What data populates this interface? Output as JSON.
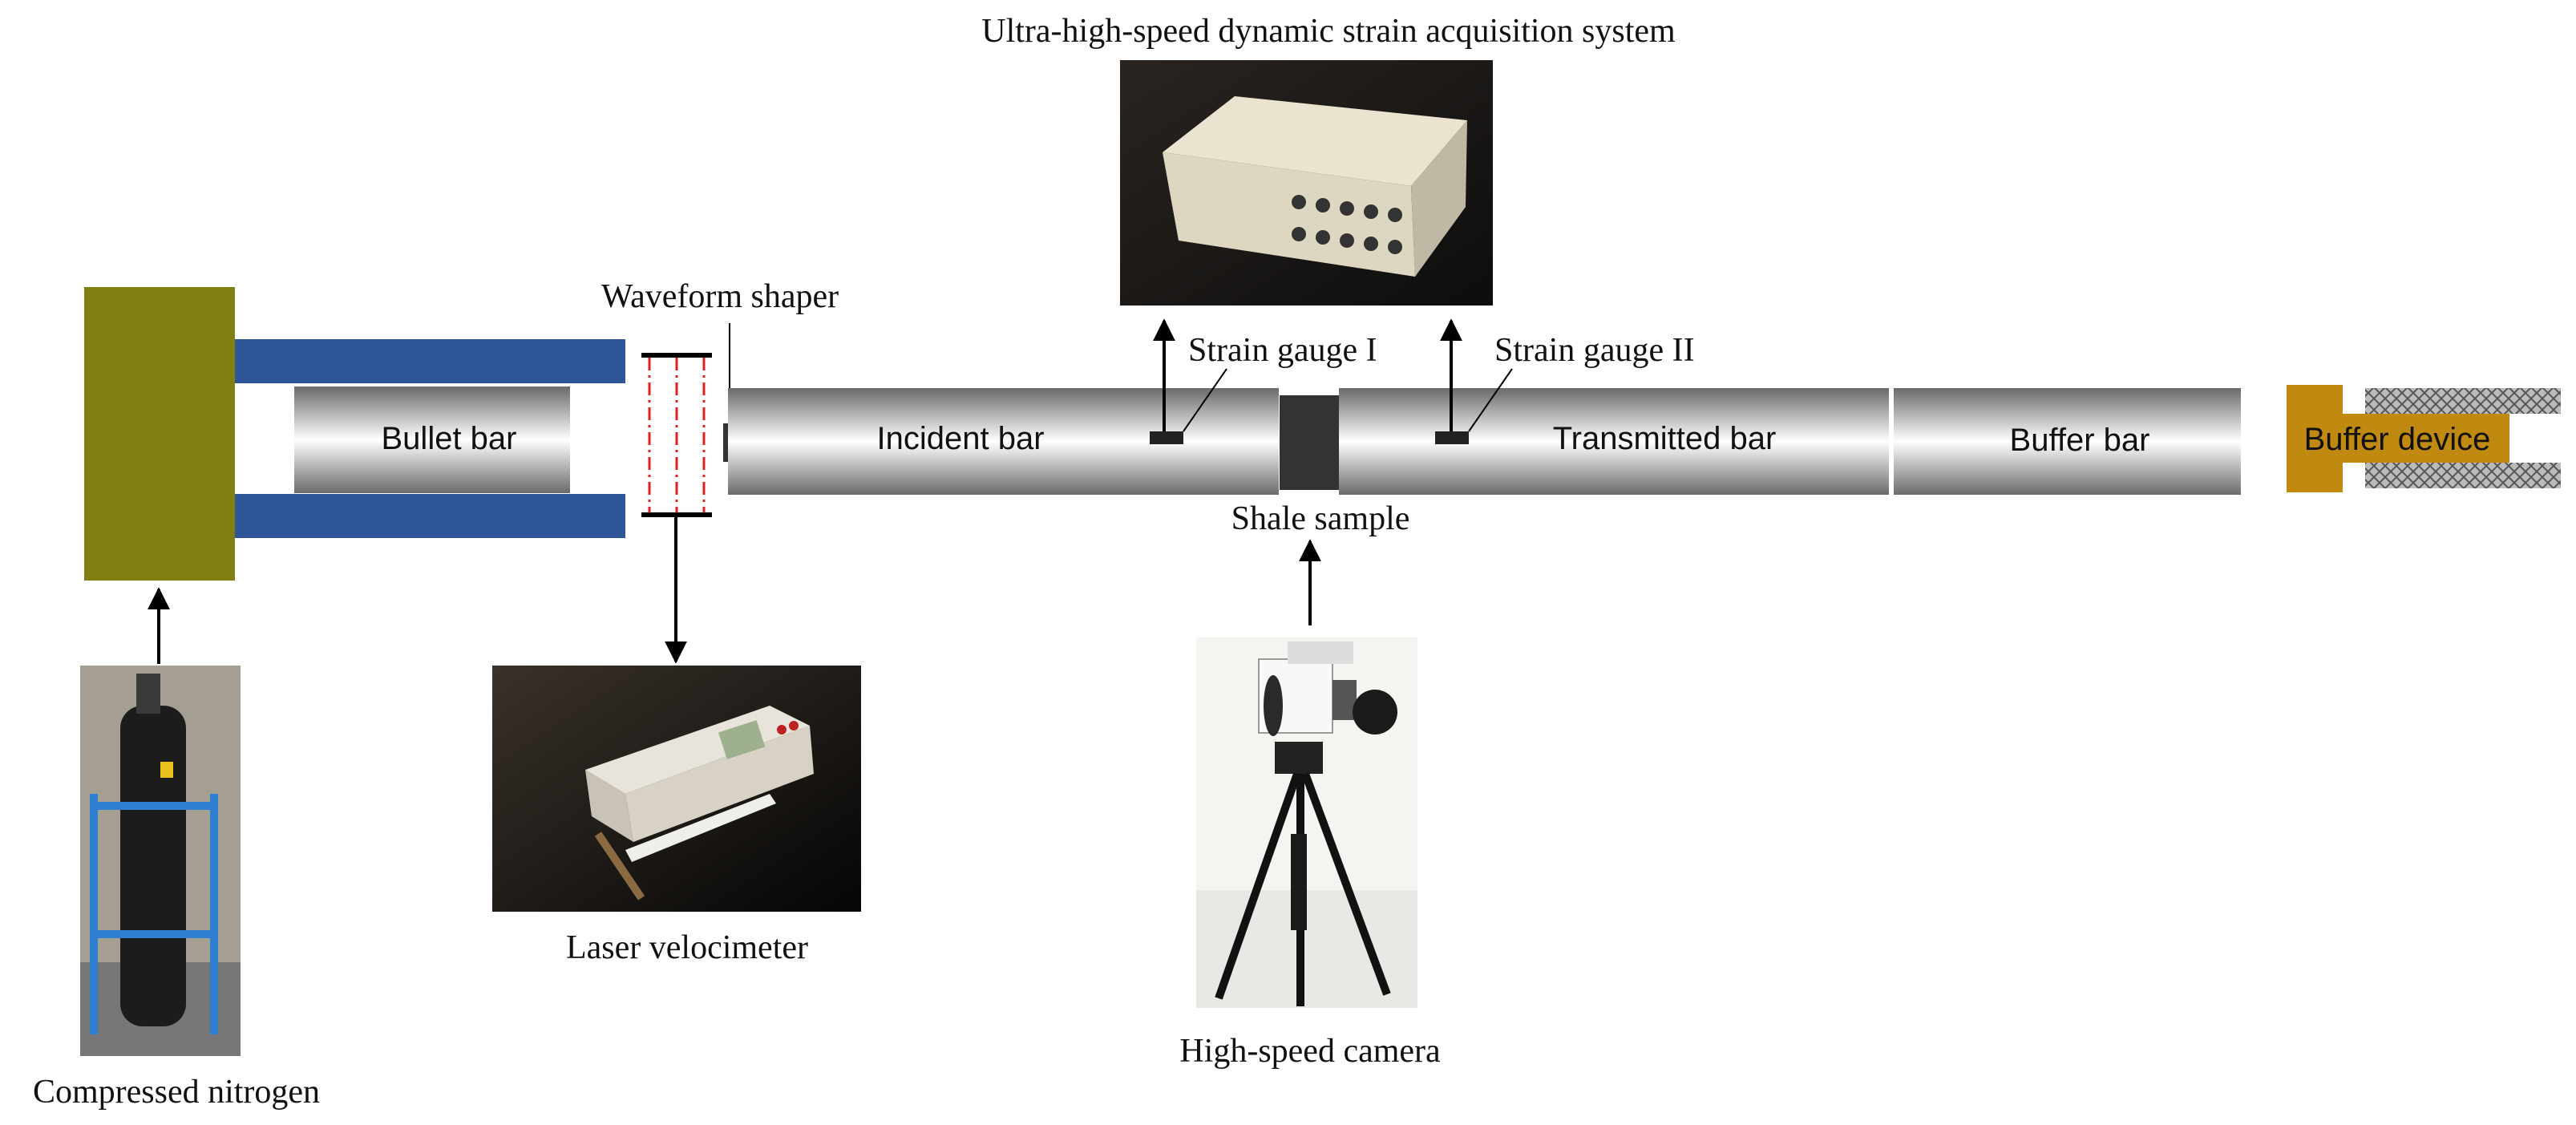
{
  "labels": {
    "acquisition_system": "Ultra-high-speed dynamic strain acquisition system",
    "waveform_shaper": "Waveform shaper",
    "strain_gauge_1": "Strain gauge I",
    "strain_gauge_2": "Strain gauge II",
    "bullet_bar": "Bullet bar",
    "incident_bar": "Incident bar",
    "transmitted_bar": "Transmitted bar",
    "buffer_bar": "Buffer bar",
    "buffer_device": "Buffer device",
    "shale_sample": "Shale sample",
    "laser_velocimeter": "Laser velocimeter",
    "high_speed_camera": "High-speed camera",
    "compressed_nitrogen": "Compressed nitrogen"
  },
  "colors": {
    "launcher_block": "#808012",
    "gun_barrel": "#2e5597",
    "bar_dark": "#6a6a6a",
    "bar_light": "#ffffff",
    "sample": "#333333",
    "shaper_dash": "#e02020",
    "buffer_device": "#c08a10",
    "arrow": "#000000"
  }
}
